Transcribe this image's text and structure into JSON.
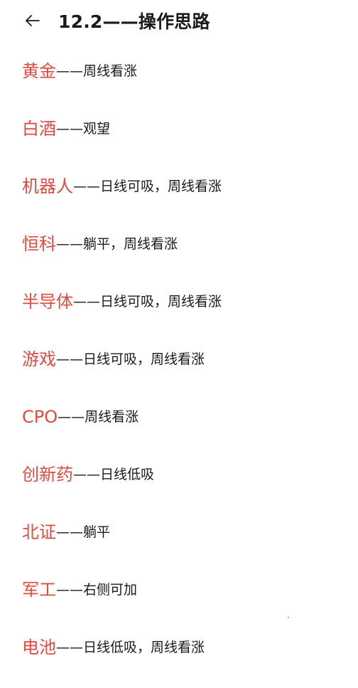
{
  "header": {
    "back_icon": "arrow-left-icon",
    "title": "12.2——操作思路"
  },
  "colors": {
    "accent": "#e04a3f",
    "text": "#1a1a1a",
    "background": "#ffffff"
  },
  "items": [
    {
      "name": "黄金",
      "detail": "——周线看涨"
    },
    {
      "name": "白酒",
      "detail": "——观望"
    },
    {
      "name": "机器人",
      "detail": "——日线可吸，周线看涨"
    },
    {
      "name": "恒科",
      "detail": "——躺平，周线看涨"
    },
    {
      "name": "半导体",
      "detail": "——日线可吸，周线看涨"
    },
    {
      "name": "游戏",
      "detail": "——日线可吸，周线看涨"
    },
    {
      "name": "CPO",
      "detail": "——周线看涨"
    },
    {
      "name": "创新药",
      "detail": "——日线低吸"
    },
    {
      "name": "北证",
      "detail": "——躺平"
    },
    {
      "name": "军工",
      "detail": "——右侧可加"
    },
    {
      "name": "电池",
      "detail": "——日线低吸，周线看涨"
    }
  ]
}
